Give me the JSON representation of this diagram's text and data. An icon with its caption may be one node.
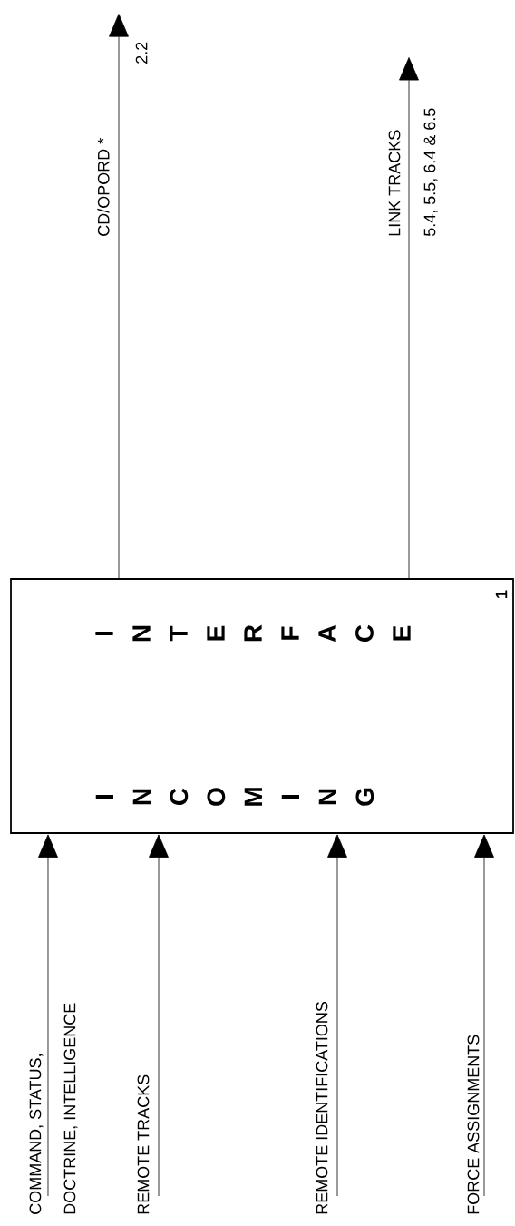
{
  "diagram": {
    "nodes": [
      {
        "text": [
          "INCOMING",
          "INTERFACE",
          "1"
        ]
      },
      {
        "text": [
          "2.2"
        ]
      },
      {
        "text": [
          "5.4, 5.5, 6.4 & 6.5"
        ]
      }
    ],
    "edges": [
      {
        "from": 0,
        "to": 1,
        "arrow": "to",
        "label": "CD/OPORD *"
      },
      {
        "from": 0,
        "to": 2,
        "arrow": "to",
        "label": "LINK TRACKS"
      },
      {
        "from": null,
        "to": 0,
        "arrow": "to",
        "label": "COMMAND, STATUS, DOCTRINE, INTELLIGENCE"
      },
      {
        "from": null,
        "to": 0,
        "arrow": "to",
        "label": "REMOTE TRACKS"
      },
      {
        "from": null,
        "to": 0,
        "arrow": "to",
        "label": "REMOTE IDENTIFICATIONS"
      },
      {
        "from": null,
        "to": 0,
        "arrow": "to",
        "label": "FORCE ASSIGNMENTS"
      }
    ]
  }
}
